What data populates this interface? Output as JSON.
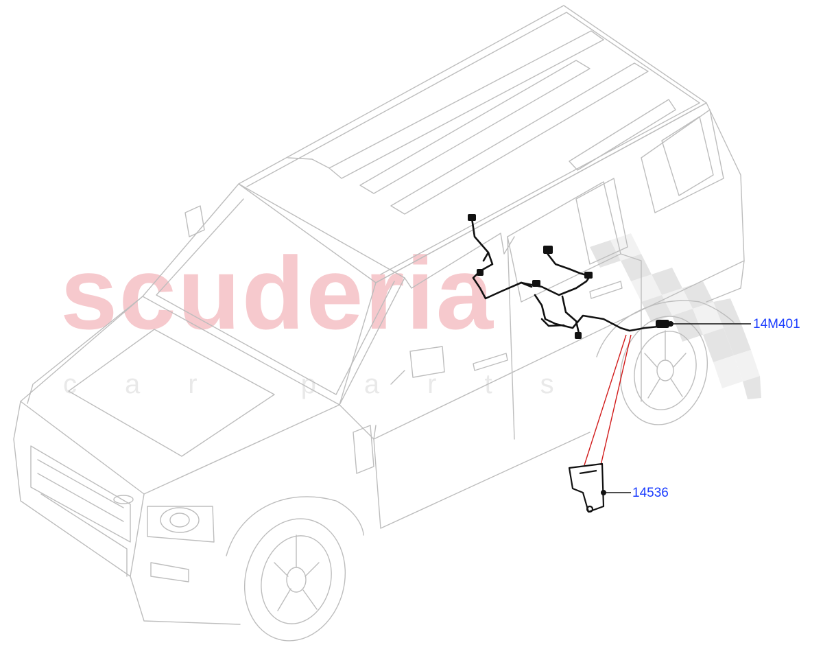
{
  "watermark": {
    "brand": "scuderia",
    "tagline": "car parts",
    "brand_color": "#f6c9cd",
    "checker_color": "#dcdcdc"
  },
  "colors": {
    "outline": "#bdbdbd",
    "harness": "#111111",
    "leader_line": "#1a3cff",
    "red_guide": "#d11a1a"
  },
  "callouts": [
    {
      "part_number": "14M401"
    },
    {
      "part_number": "14536"
    }
  ]
}
